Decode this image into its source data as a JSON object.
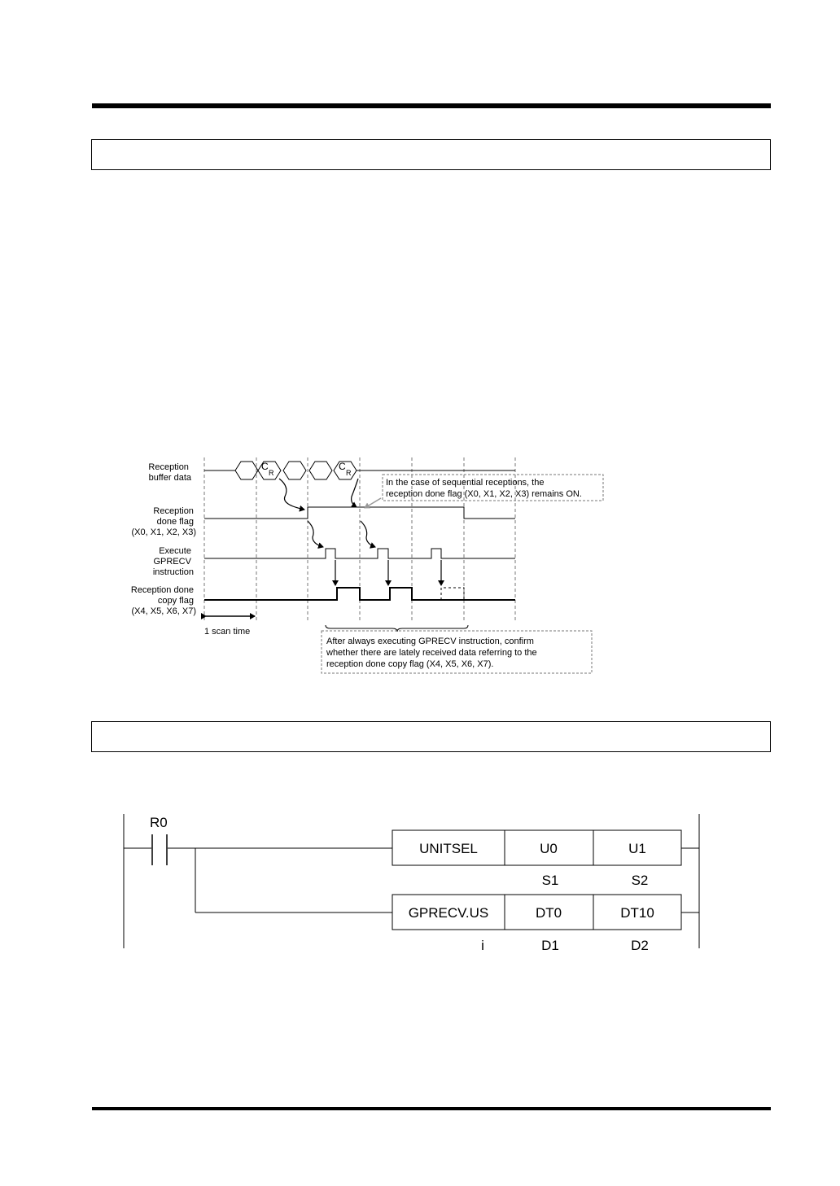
{
  "timing": {
    "signals": [
      {
        "label_lines": [
          "Reception",
          "buffer data"
        ]
      },
      {
        "label_lines": [
          "Reception",
          "done flag",
          "(X0, X1, X2, X3)"
        ]
      },
      {
        "label_lines": [
          "Execute",
          "GPRECV",
          "instruction"
        ]
      },
      {
        "label_lines": [
          "Reception done",
          "copy flag",
          "(X4, X5, X6, X7)"
        ]
      }
    ],
    "cr_main": "C",
    "cr_sub": "R",
    "scan_time_label": "1 scan time",
    "note_top_lines": [
      "In the case of sequential receptions, the",
      "reception done flag (X0, X1, X2, X3) remains ON."
    ],
    "note_bottom_lines": [
      "After always executing GPRECV instruction, confirm",
      "whether there are lately received data referring to the",
      "reception done copy flag (X4, X5, X6, X7)."
    ]
  },
  "ladder": {
    "contact": "R0",
    "row1": {
      "instruction": "UNITSEL",
      "op1": "U0",
      "op2": "U1"
    },
    "row1_operand_labels": {
      "op1": "S1",
      "op2": "S2"
    },
    "row2": {
      "instruction": "GPRECV.US",
      "op1": "DT0",
      "op2": "DT10"
    },
    "row2_operand_labels": {
      "inst": "i",
      "op1": "D1",
      "op2": "D2"
    }
  }
}
